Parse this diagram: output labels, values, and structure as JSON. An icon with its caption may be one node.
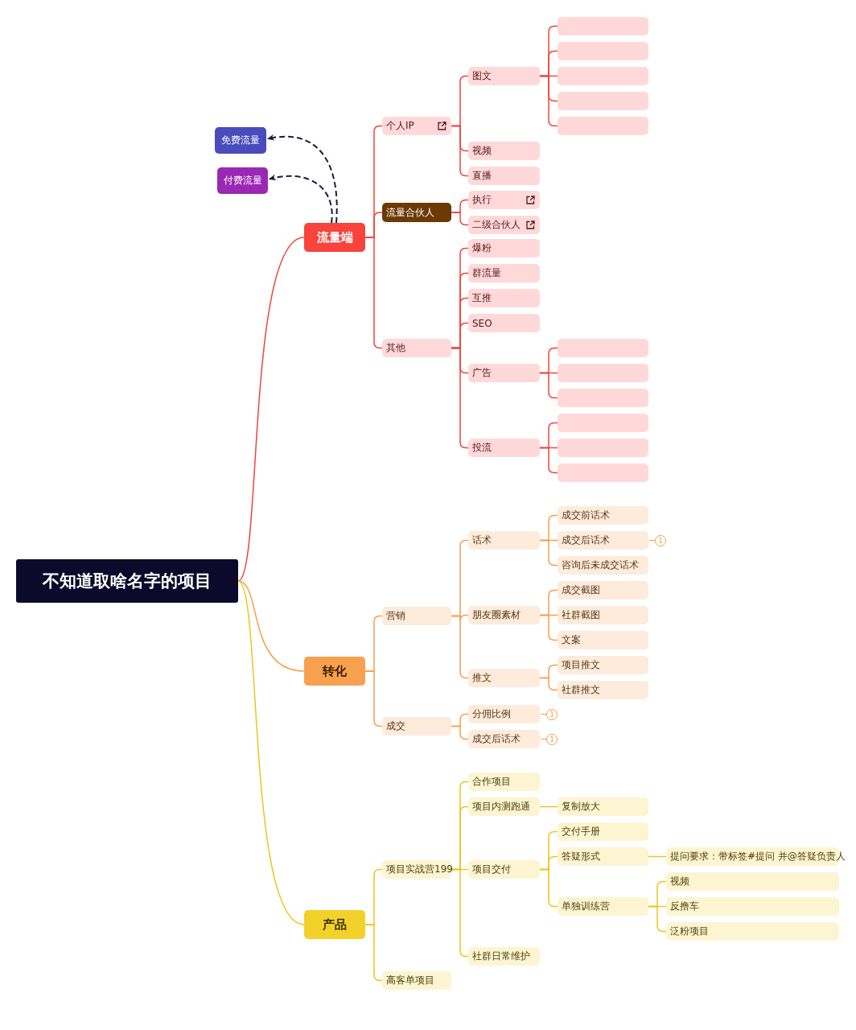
{
  "diagram": {
    "nodes": [
      {
        "text": [
          "不知道取啥名字的项目"
        ]
      },
      {
        "text": [
          "流量端"
        ]
      },
      {
        "text": [
          "免费流量"
        ]
      },
      {
        "text": [
          "付费流量"
        ]
      },
      {
        "text": [
          "个人IP"
        ]
      },
      {
        "text": [
          "图文"
        ]
      },
      {
        "text": [],
        "shape": "box"
      },
      {
        "text": [],
        "shape": "box"
      },
      {
        "text": [],
        "shape": "box"
      },
      {
        "text": [],
        "shape": "box"
      },
      {
        "text": [],
        "shape": "box"
      },
      {
        "text": [
          "视频"
        ]
      },
      {
        "text": [
          "直播"
        ]
      },
      {
        "text": [
          "流量合伙人"
        ]
      },
      {
        "text": [
          "执行"
        ]
      },
      {
        "text": [
          "二级合伙人"
        ]
      },
      {
        "text": [
          "其他"
        ]
      },
      {
        "text": [
          "爆粉"
        ]
      },
      {
        "text": [
          "群流量"
        ]
      },
      {
        "text": [
          "互推"
        ]
      },
      {
        "text": [
          "SEO"
        ]
      },
      {
        "text": [
          "广告"
        ]
      },
      {
        "text": [],
        "shape": "box"
      },
      {
        "text": [],
        "shape": "box"
      },
      {
        "text": [],
        "shape": "box"
      },
      {
        "text": [
          "投流"
        ]
      },
      {
        "text": [],
        "shape": "box"
      },
      {
        "text": [],
        "shape": "box"
      },
      {
        "text": [],
        "shape": "box"
      },
      {
        "text": [
          "转化"
        ]
      },
      {
        "text": [
          "营销"
        ]
      },
      {
        "text": [
          "话术"
        ]
      },
      {
        "text": [
          "成交前话术"
        ]
      },
      {
        "text": [
          "成交后话术"
        ],
        "beside": [
          "1"
        ]
      },
      {
        "text": [
          "咨询后未成交话术"
        ]
      },
      {
        "text": [
          "朋友圈素材"
        ]
      },
      {
        "text": [
          "成交截图"
        ]
      },
      {
        "text": [
          "社群截图"
        ]
      },
      {
        "text": [
          "文案"
        ]
      },
      {
        "text": [
          "推文"
        ]
      },
      {
        "text": [
          "项目推文"
        ]
      },
      {
        "text": [
          "社群推文"
        ]
      },
      {
        "text": [
          "成交"
        ]
      },
      {
        "text": [
          "分佣比例"
        ],
        "beside": [
          "1"
        ]
      },
      {
        "text": [
          "成交后话术"
        ],
        "beside": [
          "1"
        ]
      },
      {
        "text": [
          "产品"
        ]
      },
      {
        "text": [
          "项目实战营199"
        ]
      },
      {
        "text": [
          "合作项目"
        ]
      },
      {
        "text": [
          "项目内测跑通"
        ]
      },
      {
        "text": [
          "复制放大"
        ]
      },
      {
        "text": [
          "项目交付"
        ]
      },
      {
        "text": [
          "交付手册"
        ]
      },
      {
        "text": [
          "答疑形式"
        ]
      },
      {
        "text": [
          "提问要求：带标签#提问 并@答疑负责人"
        ]
      },
      {
        "text": [
          "单独训练营"
        ]
      },
      {
        "text": [
          "视频"
        ]
      },
      {
        "text": [
          "反撸车"
        ]
      },
      {
        "text": [
          "泛粉项目"
        ]
      },
      {
        "text": [
          "社群日常维护"
        ]
      },
      {
        "text": [
          "高客单项目"
        ]
      }
    ],
    "edges": [
      {
        "from": 0,
        "to": 1,
        "arrow": "none"
      },
      {
        "from": 0,
        "to": 29,
        "arrow": "none",
        "color": "#f5a04e"
      },
      {
        "from": 0,
        "to": 45,
        "arrow": "none",
        "color": "#f0c419"
      },
      {
        "from": 1,
        "to": 2,
        "arrow": "to",
        "style": "dashed",
        "color": "#1a1a40"
      },
      {
        "from": 1,
        "to": 3,
        "arrow": "to",
        "style": "dashed",
        "color": "#1a1a40"
      },
      {
        "from": 1,
        "to": 4,
        "arrow": "none"
      },
      {
        "from": 1,
        "to": 13,
        "arrow": "none"
      },
      {
        "from": 1,
        "to": 16,
        "arrow": "none"
      },
      {
        "from": 4,
        "to": 5,
        "arrow": "none"
      },
      {
        "from": 4,
        "to": 11,
        "arrow": "none"
      },
      {
        "from": 4,
        "to": 12,
        "arrow": "none"
      },
      {
        "from": 5,
        "to": 6,
        "arrow": "none"
      },
      {
        "from": 5,
        "to": 7,
        "arrow": "none"
      },
      {
        "from": 5,
        "to": 8,
        "arrow": "none"
      },
      {
        "from": 5,
        "to": 9,
        "arrow": "none"
      },
      {
        "from": 5,
        "to": 10,
        "arrow": "none"
      },
      {
        "from": 13,
        "to": 14,
        "arrow": "none"
      },
      {
        "from": 13,
        "to": 15,
        "arrow": "none"
      },
      {
        "from": 16,
        "to": 17,
        "arrow": "none"
      },
      {
        "from": 16,
        "to": 18,
        "arrow": "none"
      },
      {
        "from": 16,
        "to": 19,
        "arrow": "none"
      },
      {
        "from": 16,
        "to": 20,
        "arrow": "none"
      },
      {
        "from": 16,
        "to": 21,
        "arrow": "none"
      },
      {
        "from": 16,
        "to": 25,
        "arrow": "none"
      },
      {
        "from": 21,
        "to": 22,
        "arrow": "none"
      },
      {
        "from": 21,
        "to": 23,
        "arrow": "none"
      },
      {
        "from": 21,
        "to": 24,
        "arrow": "none"
      },
      {
        "from": 25,
        "to": 26,
        "arrow": "none"
      },
      {
        "from": 25,
        "to": 27,
        "arrow": "none"
      },
      {
        "from": 25,
        "to": 28,
        "arrow": "none"
      },
      {
        "from": 29,
        "to": 30,
        "arrow": "none",
        "color": "#f5a04e"
      },
      {
        "from": 29,
        "to": 42,
        "arrow": "none",
        "color": "#f5a04e"
      },
      {
        "from": 30,
        "to": 31,
        "arrow": "none",
        "color": "#f5a04e"
      },
      {
        "from": 30,
        "to": 35,
        "arrow": "none",
        "color": "#f5a04e"
      },
      {
        "from": 30,
        "to": 39,
        "arrow": "none",
        "color": "#f5a04e"
      },
      {
        "from": 31,
        "to": 32,
        "arrow": "none",
        "color": "#f5a04e"
      },
      {
        "from": 31,
        "to": 33,
        "arrow": "none",
        "color": "#f5a04e"
      },
      {
        "from": 31,
        "to": 34,
        "arrow": "none",
        "color": "#f5a04e"
      },
      {
        "from": 35,
        "to": 36,
        "arrow": "none",
        "color": "#f5a04e"
      },
      {
        "from": 35,
        "to": 37,
        "arrow": "none",
        "color": "#f5a04e"
      },
      {
        "from": 35,
        "to": 38,
        "arrow": "none",
        "color": "#f5a04e"
      },
      {
        "from": 39,
        "to": 40,
        "arrow": "none",
        "color": "#f5a04e"
      },
      {
        "from": 39,
        "to": 41,
        "arrow": "none",
        "color": "#f5a04e"
      },
      {
        "from": 42,
        "to": 43,
        "arrow": "none",
        "color": "#f5a04e"
      },
      {
        "from": 42,
        "to": 44,
        "arrow": "none",
        "color": "#f5a04e"
      },
      {
        "from": 45,
        "to": 46,
        "arrow": "none",
        "color": "#f0c419"
      },
      {
        "from": 45,
        "to": 59,
        "arrow": "none",
        "color": "#f0c419"
      },
      {
        "from": 46,
        "to": 47,
        "arrow": "none",
        "color": "#f0c419"
      },
      {
        "from": 46,
        "to": 48,
        "arrow": "none",
        "color": "#f0c419"
      },
      {
        "from": 46,
        "to": 50,
        "arrow": "none",
        "color": "#f0c419"
      },
      {
        "from": 46,
        "to": 58,
        "arrow": "none",
        "color": "#f0c419"
      },
      {
        "from": 48,
        "to": 49,
        "arrow": "none",
        "color": "#f0c419"
      },
      {
        "from": 50,
        "to": 51,
        "arrow": "none",
        "color": "#f0c419"
      },
      {
        "from": 50,
        "to": 52,
        "arrow": "none",
        "color": "#f0c419"
      },
      {
        "from": 50,
        "to": 54,
        "arrow": "none",
        "color": "#f0c419"
      },
      {
        "from": 52,
        "to": 53,
        "arrow": "none",
        "color": "#f0c419"
      },
      {
        "from": 54,
        "to": 55,
        "arrow": "none",
        "color": "#f0c419"
      },
      {
        "from": 54,
        "to": 56,
        "arrow": "none",
        "color": "#f0c419"
      },
      {
        "from": 54,
        "to": 57,
        "arrow": "none",
        "color": "#f0c419"
      }
    ]
  }
}
